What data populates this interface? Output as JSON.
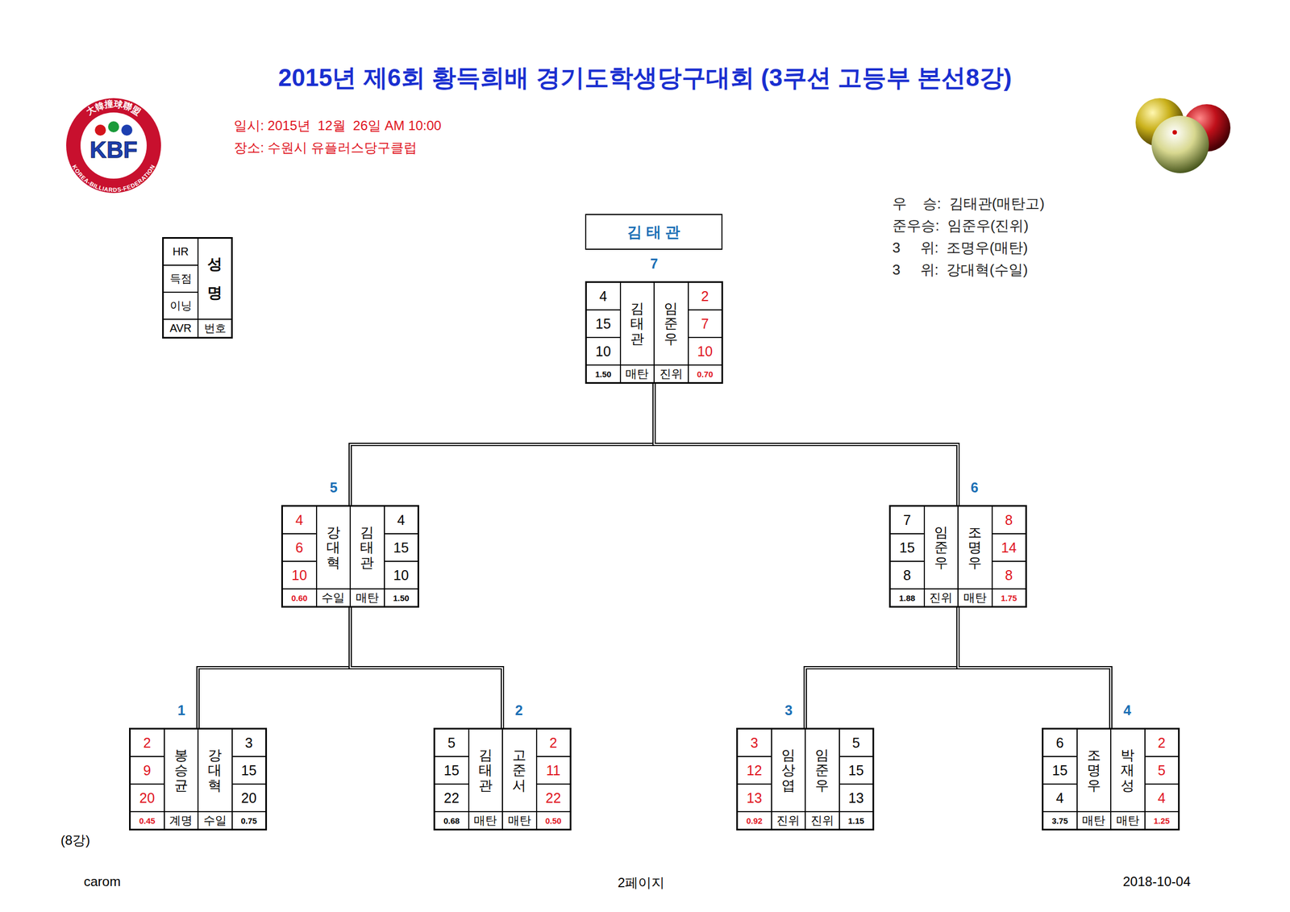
{
  "diagram": {
    "title": "2015년 제6회 황득희배 경기도학생당구대회 (3쿠션 고등부 본선8강)",
    "nodes": [
      {
        "text": [
          "HR",
          "득점",
          "이닝",
          "AVR",
          "성명",
          "번호"
        ]
      },
      {
        "text": [
          "김 태 관"
        ]
      },
      {
        "text": [
          "7"
        ]
      },
      {
        "text": [
          "4",
          "15",
          "10",
          "1.50",
          "김태관",
          "매탄"
        ],
        "in": 2
      },
      {
        "text": [
          "2",
          "7",
          "10",
          "0.70",
          "임준우",
          "진위"
        ],
        "in": 2
      },
      {
        "text": [
          "5"
        ]
      },
      {
        "text": [
          "4",
          "6",
          "10",
          "0.60",
          "강대혁",
          "수일"
        ],
        "in": 5
      },
      {
        "text": [
          "4",
          "15",
          "10",
          "1.50",
          "김태관",
          "매탄"
        ],
        "in": 5
      },
      {
        "text": [
          "6"
        ]
      },
      {
        "text": [
          "7",
          "15",
          "8",
          "1.88",
          "임준우",
          "진위"
        ],
        "in": 8
      },
      {
        "text": [
          "8",
          "14",
          "8",
          "1.75",
          "조명우",
          "매탄"
        ],
        "in": 8
      },
      {
        "text": [
          "1"
        ]
      },
      {
        "text": [
          "2",
          "9",
          "20",
          "0.45",
          "봉승균",
          "계명"
        ],
        "in": 11
      },
      {
        "text": [
          "3",
          "15",
          "20",
          "0.75",
          "강대혁",
          "수일"
        ],
        "in": 11
      },
      {
        "text": [
          "2"
        ]
      },
      {
        "text": [
          "5",
          "15",
          "22",
          "0.68",
          "김태관",
          "매탄"
        ],
        "in": 14
      },
      {
        "text": [
          "2",
          "11",
          "22",
          "0.50",
          "고준서",
          "매탄"
        ],
        "in": 14
      },
      {
        "text": [
          "3"
        ]
      },
      {
        "text": [
          "3",
          "12",
          "13",
          "0.92",
          "임상엽",
          "진위"
        ],
        "in": 17
      },
      {
        "text": [
          "5",
          "15",
          "13",
          "1.15",
          "임준우",
          "진위"
        ],
        "in": 17
      },
      {
        "text": [
          "4"
        ]
      },
      {
        "text": [
          "6",
          "15",
          "4",
          "3.75",
          "조명우",
          "매탄"
        ],
        "in": 20
      },
      {
        "text": [
          "2",
          "5",
          "4",
          "1.25",
          "박재성",
          "매탄"
        ],
        "in": 20
      }
    ],
    "edges": [
      {
        "from": 11,
        "to": 5,
        "arrow": "none"
      },
      {
        "from": 14,
        "to": 5,
        "arrow": "none"
      },
      {
        "from": 17,
        "to": 8,
        "arrow": "none"
      },
      {
        "from": 20,
        "to": 8,
        "arrow": "none"
      },
      {
        "from": 5,
        "to": 2,
        "arrow": "none"
      },
      {
        "from": 8,
        "to": 2,
        "arrow": "none"
      }
    ],
    "labels": [
      "일시: 2015년  12월  26일 AM 10:00",
      "장소: 수원시 유플러스당구클럽",
      "우    승:  김태관(매탄고)",
      "준우승:  임준우(진위)",
      "3     위:  조명우(매탄)",
      "3     위:  강대혁(수일)",
      "(8강)",
      "carom",
      "2페이지",
      "2018-10-04",
      "KBF",
      "KOREA-BILLIARDS-FEDERATION",
      "大韓撞球聯盟"
    ]
  }
}
